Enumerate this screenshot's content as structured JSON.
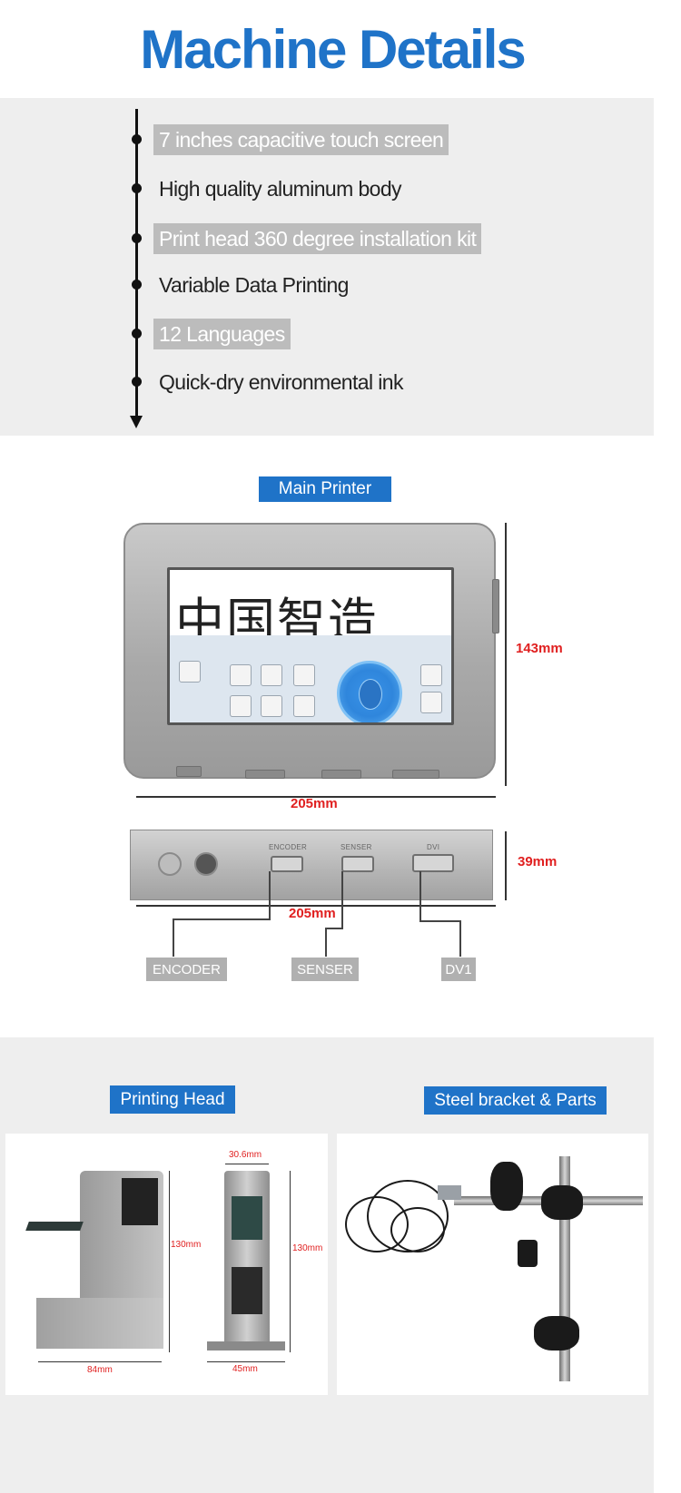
{
  "title": "Machine Details",
  "features": [
    {
      "text": "7 inches capacitive touch screen",
      "highlight": true
    },
    {
      "text": "High quality aluminum body",
      "highlight": false
    },
    {
      "text": "Print head 360 degree installation kit",
      "highlight": true
    },
    {
      "text": "Variable Data Printing",
      "highlight": false
    },
    {
      "text": "12 Languages",
      "highlight": true
    },
    {
      "text": "Quick-dry  environmental ink",
      "highlight": false
    }
  ],
  "main_printer": {
    "label": "Main Printer",
    "screen_text": "中国智造",
    "dim_height": "143mm",
    "dim_width_front": "205mm",
    "dim_width_side": "205mm",
    "dim_depth": "39mm",
    "connector_encoder": "ENCODER",
    "connector_senser": "SENSER",
    "connector_dvi": "DVI",
    "callouts": {
      "encoder": "ENCODER",
      "senser": "SENSER",
      "dv1": "DV1"
    }
  },
  "printing_head": {
    "label": "Printing Head",
    "dim_top": "30.6mm",
    "dim_height_left": "130mm",
    "dim_height_right": "130mm",
    "dim_width_left": "84mm",
    "dim_width_right": "45mm"
  },
  "bracket": {
    "label": "Steel bracket & Parts"
  },
  "colors": {
    "accent_blue": "#1f73c8",
    "highlight_gray": "#bcbcbc",
    "section_bg": "#eeeeee",
    "dimension_red": "#e02020"
  }
}
